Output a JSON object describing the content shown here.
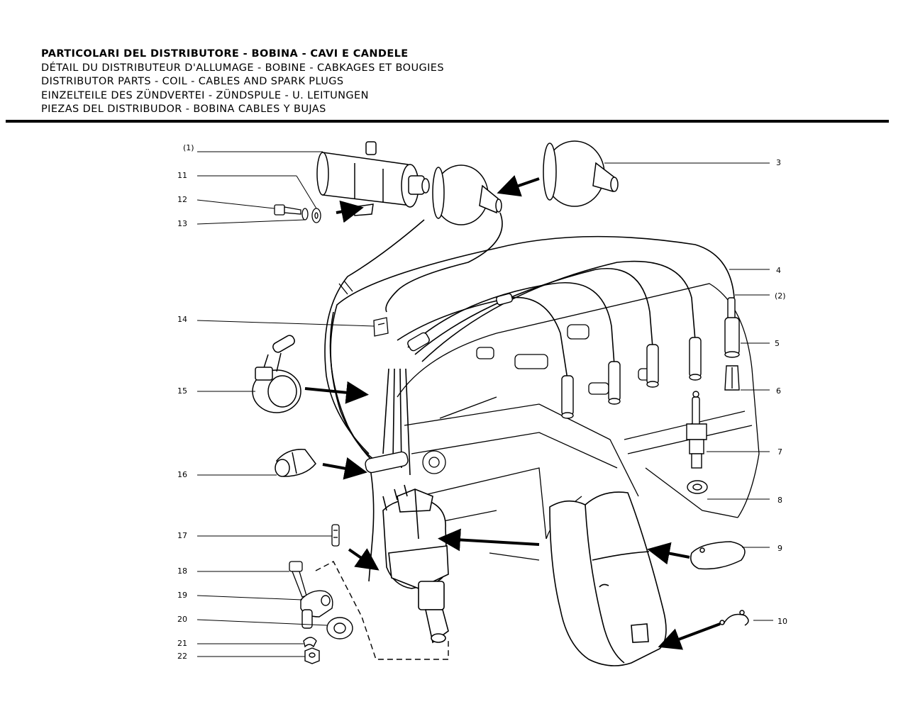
{
  "header": {
    "titles": [
      "PARTICOLARI DEL DISTRIBUTORE - BOBINA - CAVI E CANDELE",
      "DÉTAIL DU DISTRIBUTEUR D'ALLUMAGE - BOBINE - CABKAGES ET BOUGIES",
      "DISTRIBUTOR PARTS - COIL - CABLES AND SPARK PLUGS",
      "EINZELTEILE DES ZÜNDVERTEI - ZÜNDSPULE - U. LEITUNGEN",
      "PIEZAS DEL DISTRIBUDOR - BOBINA CABLES Y BUJAS"
    ]
  },
  "callouts": {
    "c1": "(1)",
    "c2": "(2)",
    "c3": "3",
    "c4": "4",
    "c5": "5",
    "c6": "6",
    "c7": "7",
    "c8": "8",
    "c9": "9",
    "c10": "10",
    "c11": "11",
    "c12": "12",
    "c13": "13",
    "c14": "14",
    "c15": "15",
    "c16": "16",
    "c17": "17",
    "c18": "18",
    "c19": "19",
    "c20": "20",
    "c21": "21",
    "c22": "22"
  }
}
